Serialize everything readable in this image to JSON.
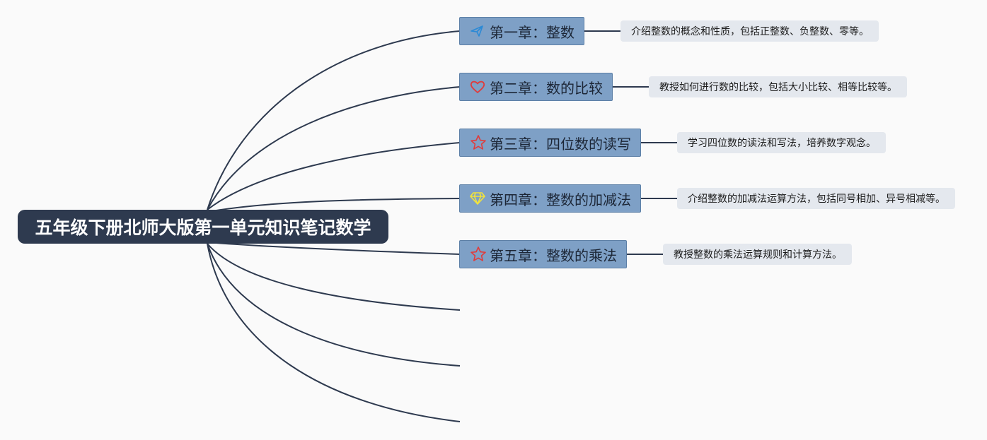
{
  "root": {
    "title": "五年级下册北师大版第一单元知识笔记数学"
  },
  "chapters": [
    {
      "title": "第一章：整数",
      "icon": "paper-plane-icon",
      "description": "介绍整数的概念和性质，包括正整数、负整数、零等。"
    },
    {
      "title": "第二章：数的比较",
      "icon": "heart-icon",
      "description": "教授如何进行数的比较，包括大小比较、相等比较等。"
    },
    {
      "title": "第三章：四位数的读写",
      "icon": "star-icon",
      "description": "学习四位数的读法和写法，培养数字观念。"
    },
    {
      "title": "第四章：整数的加减法",
      "icon": "diamond-icon",
      "description": "介绍整数的加减法运算方法，包括同号相加、异号相减等。"
    },
    {
      "title": "第五章：整数的乘法",
      "icon": "star-icon",
      "description": "教授整数的乘法运算规则和计算方法。"
    }
  ],
  "colors": {
    "root_bg": "#2e3a4f",
    "chapter_bg": "#7ea0c6",
    "description_bg": "#e4e8ee",
    "connector": "#2e3a4f",
    "paper_plane": "#2b8ad6",
    "heart": "#e03b3b",
    "star": "#e03b3b",
    "diamond": "#f2e33c"
  }
}
